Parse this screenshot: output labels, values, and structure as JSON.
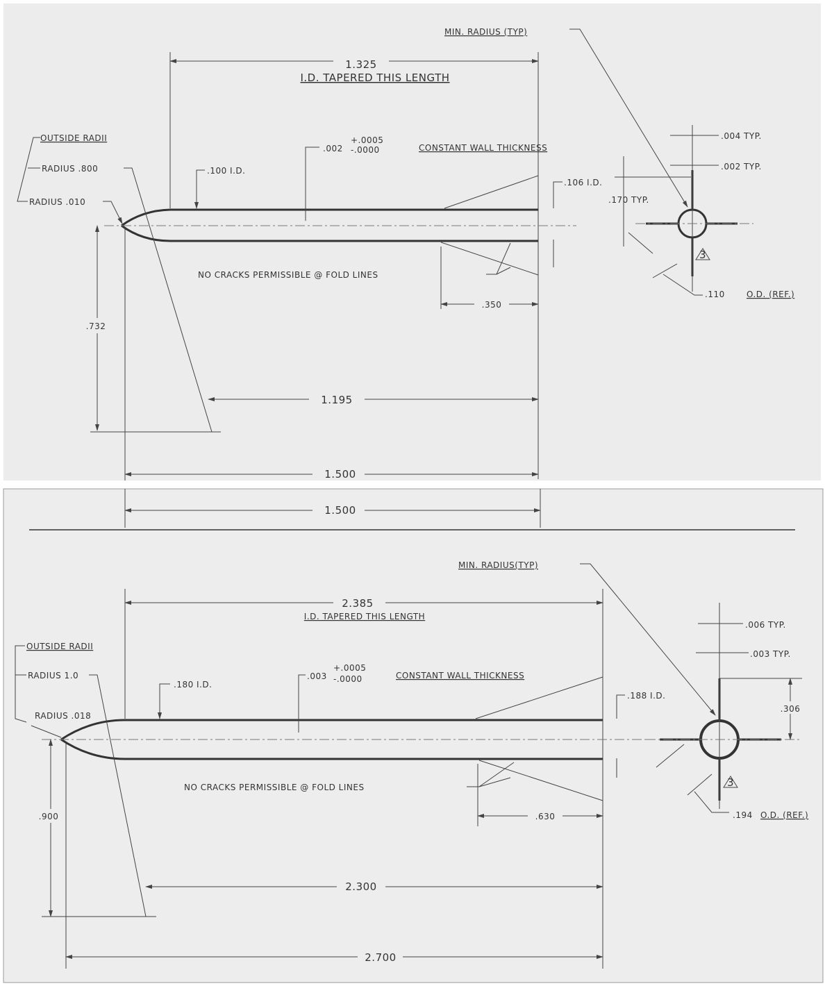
{
  "top_drawing": {
    "min_radius": "MIN. RADIUS (TYP)",
    "taper_length": "1.325",
    "taper_label": "I.D. TAPERED THIS LENGTH",
    "outside_radii": "OUTSIDE RADII",
    "radius_large": "RADIUS .800",
    "radius_small": "RADIUS .010",
    "inner_id": ".100 I.D.",
    "wall": ".002",
    "tol_plus": "+.0005",
    "tol_minus": "-.0000",
    "wall_label": "CONSTANT WALL THICKNESS",
    "outer_id": ".106 I.D.",
    "fin_thickness": ".004 TYP.",
    "wall_typ": ".002 TYP.",
    "fin_span": ".170 TYP.",
    "no_cracks": "NO CRACKS PERMISSIBLE @ FOLD LINES",
    "fin_length": ".350",
    "od": ".110",
    "od_ref": "O.D. (REF.)",
    "height": ".732",
    "length_a": "1.195",
    "length_total": "1.500",
    "length_total_repeat": "1.500",
    "note_symbol": "3"
  },
  "bottom_drawing": {
    "min_radius": "MIN. RADIUS(TYP)",
    "taper_length": "2.385",
    "taper_label": "I.D. TAPERED THIS LENGTH",
    "outside_radii": "OUTSIDE RADII",
    "radius_large": "RADIUS 1.0",
    "radius_small": "RADIUS .018",
    "inner_id": ".180 I.D.",
    "wall": ".003",
    "tol_plus": "+.0005",
    "tol_minus": "-.0000",
    "wall_label": "CONSTANT WALL THICKNESS",
    "outer_id": ".188 I.D.",
    "fin_thickness": ".006 TYP.",
    "wall_typ": ".003 TYP.",
    "fin_span": ".306",
    "no_cracks": "NO CRACKS PERMISSIBLE @ FOLD LINES",
    "fin_length": ".630",
    "od": ".194",
    "od_ref": "O.D. (REF.)",
    "height": ".900",
    "length_a": "2.300",
    "length_total": "2.700",
    "note_symbol": "3"
  }
}
